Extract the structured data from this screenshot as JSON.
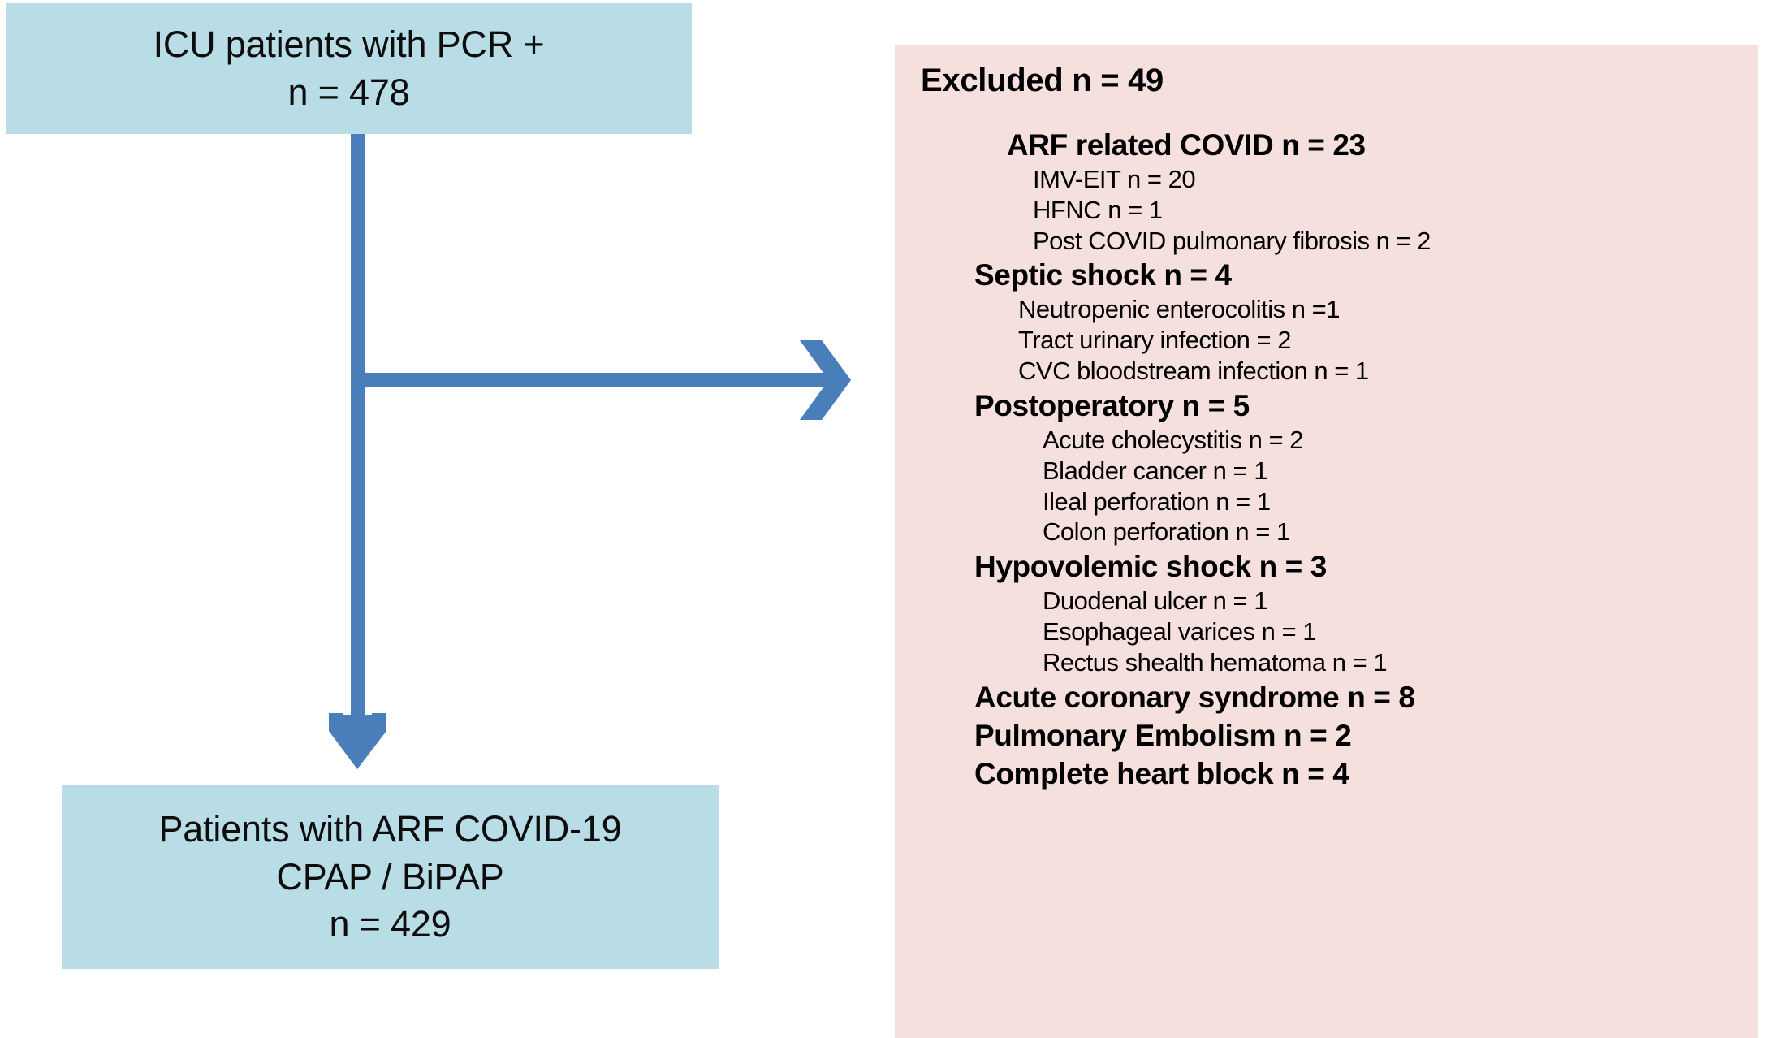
{
  "colors": {
    "box_fill": "#b9dde6",
    "panel_fill": "#f6e0de",
    "arrow": "#4a7ebb",
    "text": "#000000"
  },
  "flow": {
    "top_box": {
      "lines": [
        "ICU patients with PCR +",
        "n = 478"
      ]
    },
    "bottom_box": {
      "lines": [
        "Patients with ARF COVID-19",
        "CPAP / BiPAP",
        "n = 429"
      ]
    },
    "arrows": [
      {
        "name": "down-arrow-to-enrolled",
        "direction": "down"
      },
      {
        "name": "right-arrow-to-excluded",
        "direction": "right"
      }
    ]
  },
  "excluded": {
    "title": "Excluded n = 49",
    "groups": [
      {
        "heading": "ARF related COVID n = 23",
        "items": [
          "IMV-EIT n = 20",
          "HFNC n = 1",
          "Post COVID pulmonary fibrosis  n = 2"
        ]
      },
      {
        "heading": "Septic shock  n = 4",
        "items": [
          "Neutropenic enterocolitis n =1",
          "Tract  urinary infection = 2",
          "CVC bloodstream infection n = 1"
        ]
      },
      {
        "heading": "Postoperatory n = 5",
        "items": [
          "Acute cholecystitis n = 2",
          "Bladder cancer n = 1",
          "Ileal perforation  n = 1",
          "Colon perforation n = 1"
        ]
      },
      {
        "heading": "Hypovolemic shock  n = 3",
        "items": [
          "Duodenal ulcer n = 1",
          "Esophageal varices n = 1",
          "Rectus shealth hematoma n = 1"
        ]
      },
      {
        "heading": "Acute coronary syndrome  n = 8",
        "items": []
      },
      {
        "heading": "Pulmonary Embolism n = 2",
        "items": []
      },
      {
        "heading": "Complete heart block n = 4",
        "items": []
      }
    ]
  }
}
